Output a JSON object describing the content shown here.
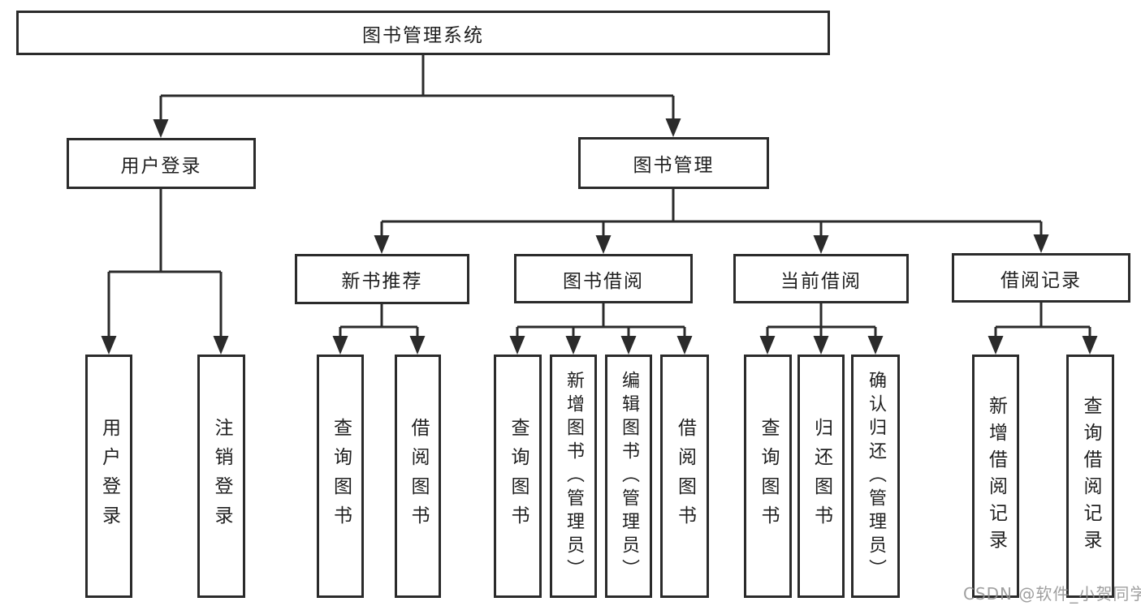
{
  "tree": {
    "root": {
      "label": "图书管理系统"
    },
    "level1": [
      {
        "label": "用户登录"
      },
      {
        "label": "图书管理"
      }
    ],
    "level2": [
      {
        "label": "新书推荐"
      },
      {
        "label": "图书借阅"
      },
      {
        "label": "当前借阅"
      },
      {
        "label": "借阅记录"
      }
    ],
    "leaves": {
      "user_login": [
        "用户登录",
        "注销登录"
      ],
      "new_book": [
        "查询图书",
        "借阅图书"
      ],
      "book_borrow": [
        "查询图书",
        "新增图书（管理员）",
        "编辑图书（管理员）",
        "借阅图书"
      ],
      "current_borrow": [
        "查询图书",
        "归还图书",
        "确认归还（管理员）"
      ],
      "borrow_record": [
        "新增借阅记录",
        "查询借阅记录"
      ]
    }
  },
  "watermark": {
    "text": "CSDN @软件_小贺同学"
  },
  "colors": {
    "line": "#2b2b2b",
    "text": "#1f1f1f",
    "watermark": "#8f8f8f",
    "background": "#ffffff"
  }
}
